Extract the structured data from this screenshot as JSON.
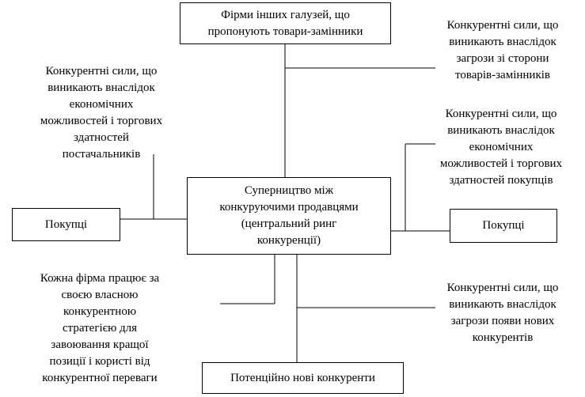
{
  "boxes": {
    "substitutes": "Фірми інших галузей, що\nпропонують товари-замінники",
    "center": "Суперництво між\nконкуруючими продавцями\n(центральний ринг\nконкуренції)",
    "left": "Покупці",
    "right": "Покупці",
    "new_competitors": "Потенційно нові конкуренти"
  },
  "notes": {
    "substitutes_threat": "Конкурентні сили, що\nвиникають внаслідок\nзагрози зі сторони\nтоварів-замінників",
    "suppliers": "Конкурентні сили, що\nвиникають внаслідок\nекономічних\nможливостей і торгових\nздатностей\nпостачальників",
    "buyers": "Конкурентні сили, що\nвиникають внаслідок\nекономічних\nможливостей і торгових\nздатностей покупців",
    "own_strategy": "Кожна фірма працює за\nсвоєю власною\nконкурентною\nстратегією для\nзавоювання кращої\nпозиції і користі від\nконкурентної переваги",
    "new_entrants_threat": "Конкурентні сили, що\nвиникають внаслідок\nзагрози появи нових\nконкурентів"
  }
}
